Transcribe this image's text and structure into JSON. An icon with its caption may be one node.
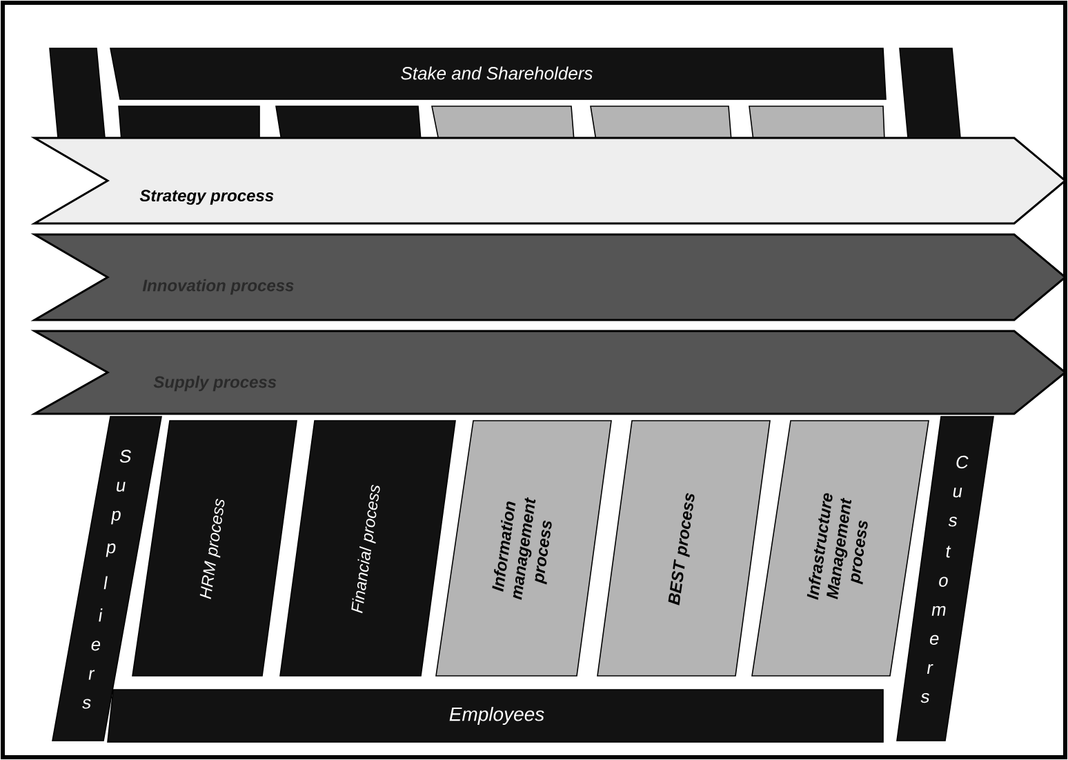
{
  "diagram": {
    "nodes": [
      {
        "text": [
          "Stake and Shareholders"
        ]
      },
      {
        "text": [],
        "shape": "box"
      },
      {
        "text": [],
        "shape": "box"
      },
      {
        "text": [],
        "shape": "box"
      },
      {
        "text": [],
        "shape": "box"
      },
      {
        "text": [],
        "shape": "box"
      },
      {
        "text": [
          "Strategy process"
        ]
      },
      {
        "text": [
          "Innovation process"
        ]
      },
      {
        "text": [
          "Supply process"
        ]
      },
      {
        "text": [
          "Suppliers"
        ]
      },
      {
        "text": [
          "HRM process"
        ]
      },
      {
        "text": [
          "Financial process"
        ]
      },
      {
        "text": [
          "Information management process"
        ]
      },
      {
        "text": [
          "BEST process"
        ]
      },
      {
        "text": [
          "Infrastructure Management process"
        ]
      },
      {
        "text": [
          "Customers"
        ]
      },
      {
        "text": [
          "Employees"
        ]
      }
    ]
  }
}
